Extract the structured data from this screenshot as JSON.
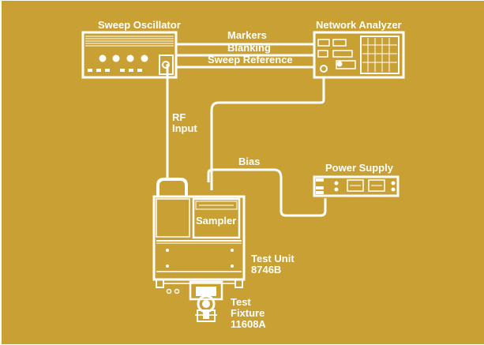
{
  "colors": {
    "background": "#c9a033",
    "line": "#ffffff",
    "page": "#ffffff"
  },
  "icons": [
    "sweep-oscillator-icon",
    "network-analyzer-icon",
    "power-supply-icon",
    "test-unit-icon",
    "sampler-icon",
    "test-fixture-icon"
  ],
  "labels": {
    "sweep_oscillator": "Sweep Oscillator",
    "network_analyzer": "Network Analyzer",
    "markers": "Markers",
    "blanking": "Blanking",
    "sweep_reference": "Sweep Reference",
    "rf_input_line1": "RF",
    "rf_input_line2": "Input",
    "bias": "Bias",
    "power_supply": "Power Supply",
    "sampler": "Sampler",
    "test_unit_line1": "Test Unit",
    "test_unit_line2": "8746B",
    "test_fixture_line1": "Test",
    "test_fixture_line2": "Fixture",
    "test_fixture_line3": "11608A"
  }
}
